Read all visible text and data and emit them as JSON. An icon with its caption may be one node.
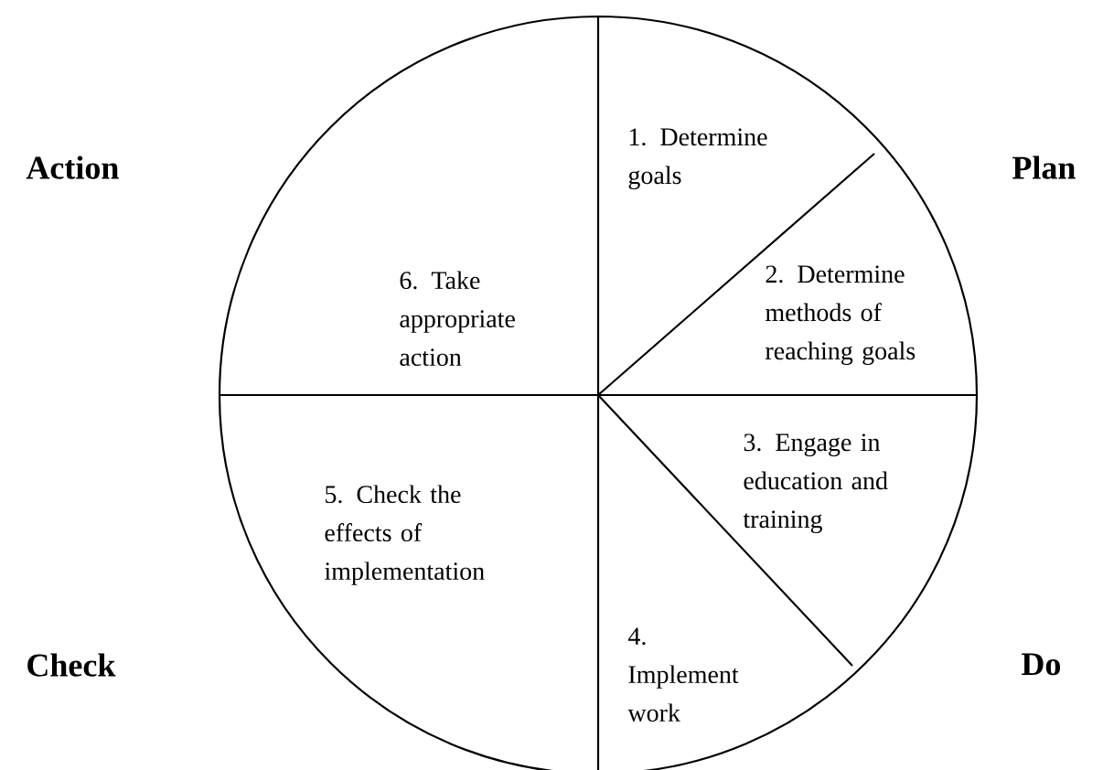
{
  "diagram": {
    "labels": [
      "Action",
      "Plan",
      "1. Determine goals",
      "6. Take appropriate action",
      "2. Determine methods of reaching goals",
      "3. Engage in education and training",
      "5. Check the effects of implementation",
      "4. Implement work",
      "Check",
      "Do"
    ]
  }
}
